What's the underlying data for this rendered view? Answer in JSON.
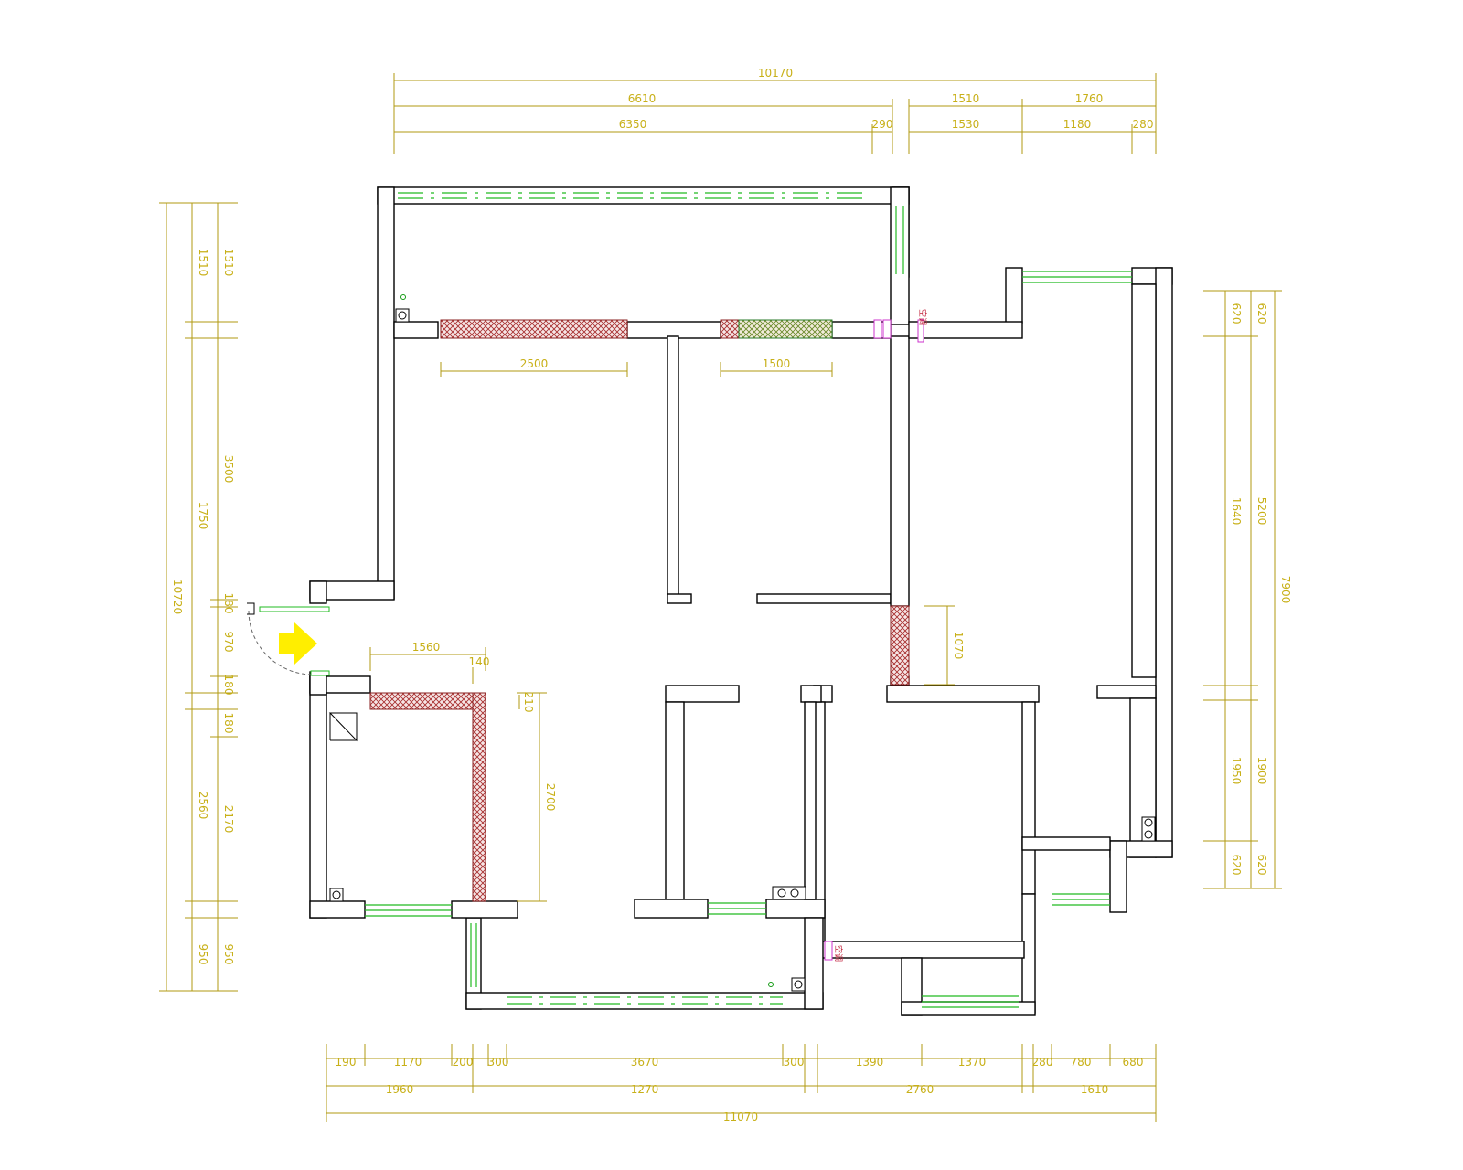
{
  "dims_top": {
    "total": "10170",
    "row2": [
      "6610",
      "1510",
      "1760"
    ],
    "row3": [
      "6350",
      "290",
      "1530",
      "1180",
      "280"
    ]
  },
  "dims_bottom": {
    "row1": [
      "190",
      "1170",
      "200",
      "300",
      "3670",
      "300",
      "1390",
      "1370",
      "280",
      "780",
      "680"
    ],
    "row2": [
      "1960",
      "1270",
      "2760",
      "1610"
    ],
    "total": "11070"
  },
  "dims_left": {
    "outer": [
      "10720"
    ],
    "mid": [
      "1510",
      "1750",
      "2560",
      "950"
    ],
    "inner": [
      "1510",
      "3500",
      "180",
      "970",
      "180",
      "180",
      "2170",
      "950"
    ]
  },
  "dims_right": {
    "outer": [
      "7900"
    ],
    "mid": [
      "620",
      "5200",
      "1900",
      "620"
    ],
    "inner": [
      "620",
      "1640",
      "1950",
      "620"
    ]
  },
  "dims_interior": [
    "2500",
    "1500",
    "1560",
    "140",
    "210",
    "2700",
    "1070"
  ],
  "notes": [
    "空调",
    "空调"
  ],
  "colors": {
    "dimension": "#c8b018",
    "wall": "#000000",
    "window": "#22bb22",
    "partition_hatch": "#a83030",
    "entry_arrow": "#ffee00"
  },
  "icons": [
    "entrance-arrow-icon"
  ]
}
